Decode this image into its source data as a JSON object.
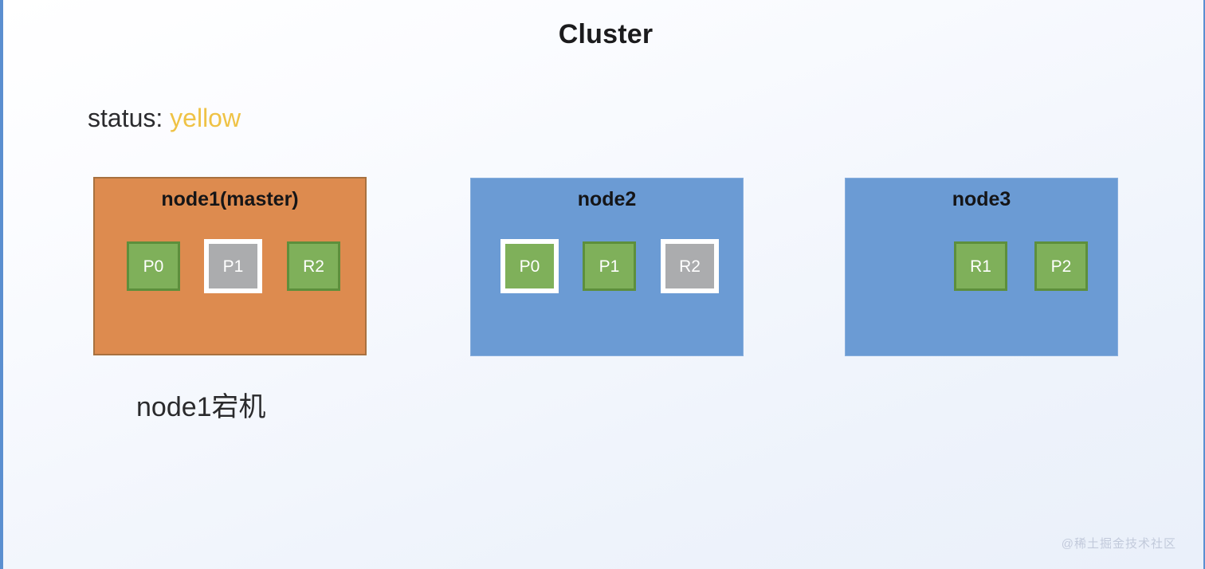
{
  "slide": {
    "title": "Cluster",
    "caption": "node1宕机",
    "watermark": "@稀土掘金技术社区",
    "background_start": "#ffffff",
    "background_end": "#eaf0fa",
    "border_color": "#5b8fd0"
  },
  "status": {
    "label": "status:",
    "value": "yellow",
    "value_color": "#efc245"
  },
  "colors": {
    "node_failed_fill": "#dd8b4f",
    "node_failed_border": "#a8713f",
    "node_ok_fill": "#6b9bd4",
    "shard_active_fill": "#7fb05a",
    "shard_active_border": "#5d8f3c",
    "shard_unassigned_fill": "#a7abb1",
    "shard_highlight_border": "#ffffff"
  },
  "nodes": [
    {
      "id": "node-1",
      "name": "node1(master)",
      "state": "failed",
      "fill": "orange",
      "shards": [
        {
          "label": "P0",
          "kind": "green",
          "highlight": false
        },
        {
          "label": "P1",
          "kind": "gray",
          "highlight": true
        },
        {
          "label": "R2",
          "kind": "green",
          "highlight": false
        }
      ]
    },
    {
      "id": "node-2",
      "name": "node2",
      "state": "ok",
      "fill": "blue",
      "shards": [
        {
          "label": "P0",
          "kind": "green",
          "highlight": true
        },
        {
          "label": "P1",
          "kind": "green",
          "highlight": false
        },
        {
          "label": "R2",
          "kind": "gray",
          "highlight": true
        }
      ]
    },
    {
      "id": "node-3",
      "name": "node3",
      "state": "ok",
      "fill": "blue",
      "shards": [
        {
          "label": "R1",
          "kind": "green",
          "highlight": false
        },
        {
          "label": "P2",
          "kind": "green",
          "highlight": false
        }
      ]
    }
  ]
}
